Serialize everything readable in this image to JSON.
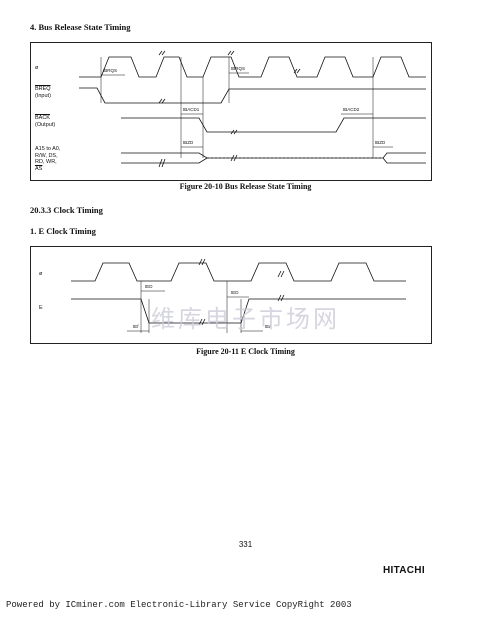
{
  "section1": {
    "heading": "4.  Bus Release State Timing"
  },
  "figure1": {
    "signals": {
      "phi": "ø",
      "breq": "BREQ",
      "breq_sub": "(Input)",
      "back": "BACK",
      "back_sub": "(Output)",
      "bus_line1": "A15 to A0,",
      "bus_line2": "R/W, DS,",
      "bus_line3": "RD, WR,",
      "bus_line4": "AS"
    },
    "timing_labels": [
      "tBRQS",
      "tBRQS",
      "tBACD1",
      "tBACD2",
      "tBZD",
      "tBZD"
    ],
    "caption": "Figure 20-10   Bus Release State Timing"
  },
  "section2": {
    "heading": "20.3.3  Clock Timing"
  },
  "section3": {
    "heading": "1.  E Clock Timing"
  },
  "figure2": {
    "signals": {
      "phi": "ø",
      "e": "E"
    },
    "timing_labels": [
      "tED",
      "tED",
      "tEf",
      "tEr"
    ],
    "caption": "Figure 20-11   E Clock Timing"
  },
  "watermark": "维库电子市场网",
  "page_number": "331",
  "brand": "HITACHI",
  "footer": "Powered by ICminer.com Electronic-Library Service CopyRight 2003"
}
